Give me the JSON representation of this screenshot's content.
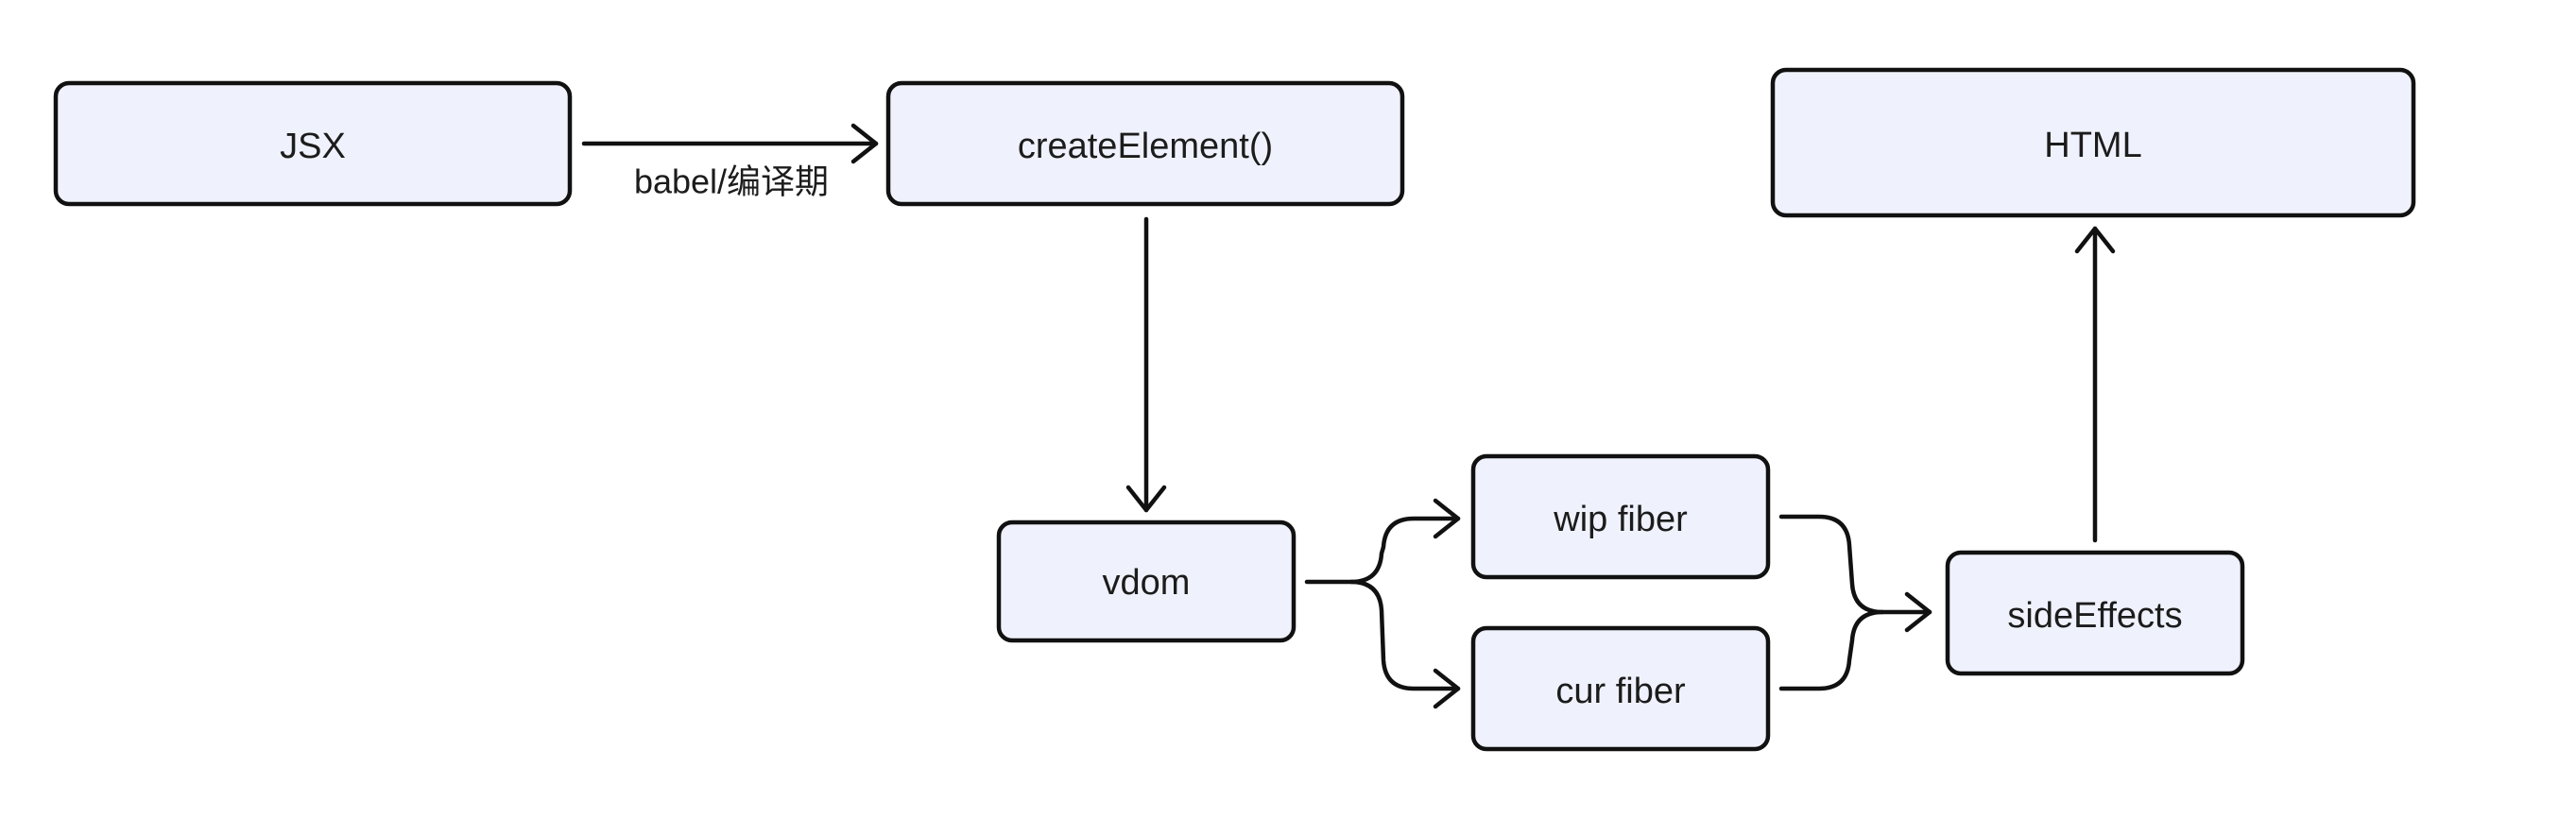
{
  "diagram": {
    "nodes": {
      "jsx": "JSX",
      "create_element": "createElement()",
      "html": "HTML",
      "vdom": "vdom",
      "wip_fiber": "wip fiber",
      "cur_fiber": "cur fiber",
      "side_effects": "sideEffects"
    },
    "edges": {
      "jsx_to_create_element": "babel/编译期"
    }
  },
  "colors": {
    "node_fill": "#eff2fc",
    "stroke": "#111111",
    "text": "#1c1c1c"
  }
}
